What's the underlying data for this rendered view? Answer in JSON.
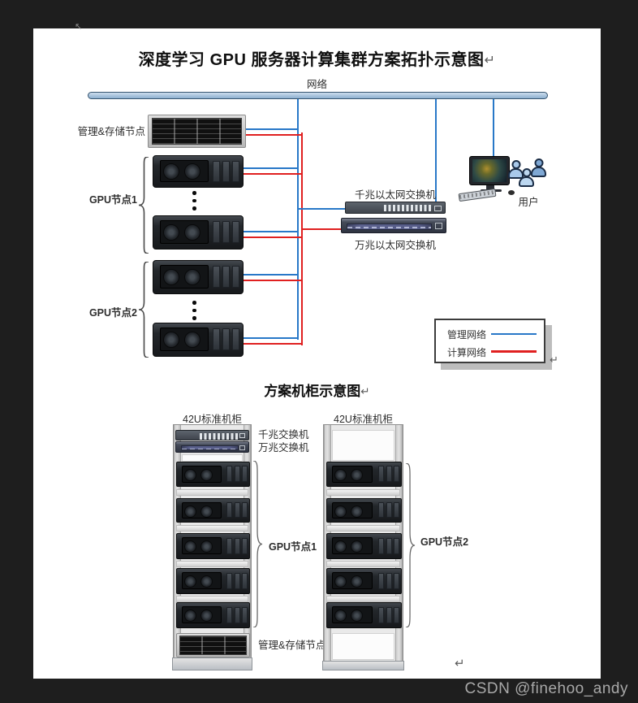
{
  "page": {
    "main_title": "深度学习 GPU 服务器计算集群方案拓扑示意图",
    "section_title": "方案机柜示意图",
    "watermark": "CSDN @finehoo_andy",
    "marks": {
      "return": "↵",
      "cursor": "↖"
    }
  },
  "topology": {
    "network_label": "网络",
    "nodes": {
      "mgmt_label": "管理&存储节点",
      "gpu1_label": "GPU节点1",
      "gpu2_label": "GPU节点2",
      "gig_switch_label": "千兆以太网交换机",
      "teng_switch_label": "万兆以太网交换机",
      "user_label": "用户"
    },
    "legend": {
      "items": [
        {
          "label": "管理网络",
          "color": "#2878c8"
        },
        {
          "label": "计算网络",
          "color": "#e02020"
        }
      ]
    },
    "colors": {
      "management_network": "#2878c8",
      "compute_network": "#e02020",
      "network_bar": "#a9c4dd"
    }
  },
  "racks": {
    "left": {
      "title": "42U标准机柜",
      "gig_switch_label": "千兆交换机",
      "teng_switch_label": "万兆交换机",
      "gpu_label": "GPU节点1",
      "mgmt_label": "管理&存储节点",
      "gpu_unit_count": 5
    },
    "right": {
      "title": "42U标准机柜",
      "gpu_label": "GPU节点2",
      "gpu_unit_count": 5
    }
  }
}
